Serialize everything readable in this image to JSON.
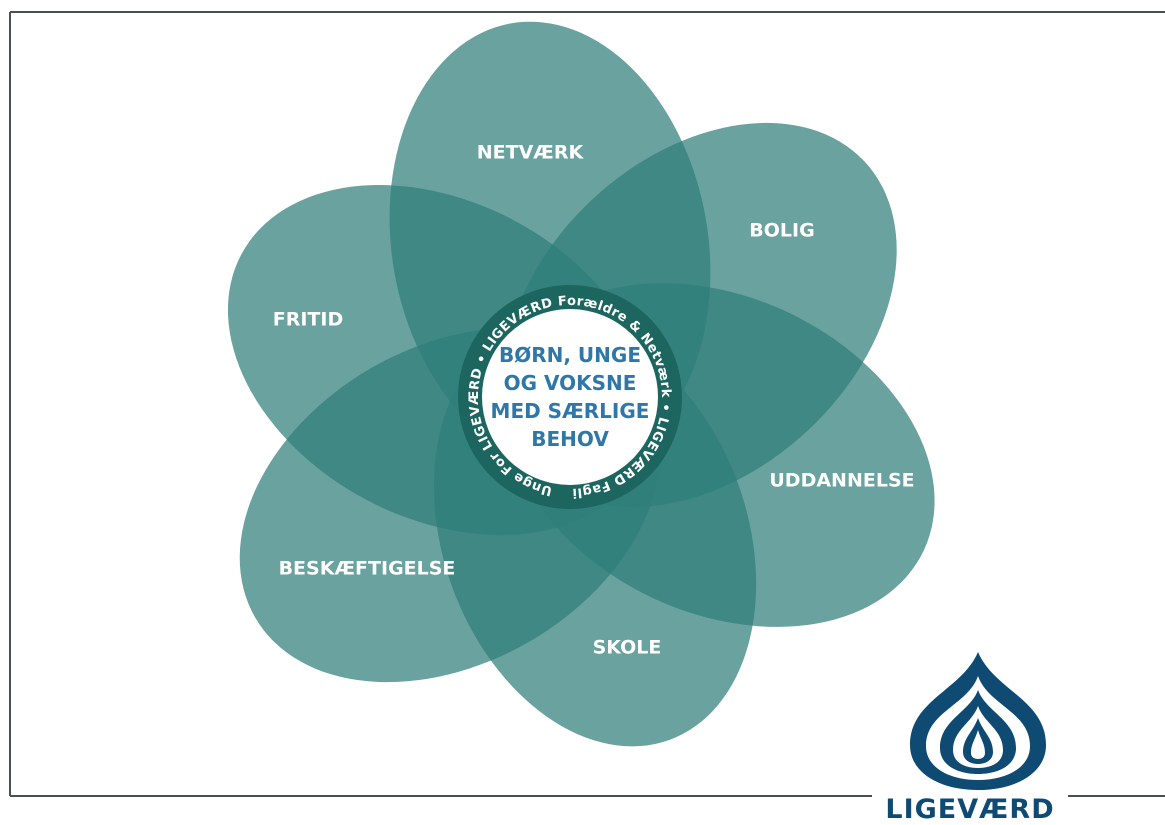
{
  "colors": {
    "petal": "#2f7e7a",
    "petal_opacity": 0.72,
    "center_text": "#2f77a8",
    "frame": "#4a4f56",
    "logo": "#0f4a73",
    "ring": "#1d6660"
  },
  "center": {
    "lines": [
      "BØRN, UNGE",
      "OG VOKSNE",
      "MED SÆRLIGE",
      "BEHOV"
    ]
  },
  "ring_text": "Unge For LIGEVÆRD • LIGEVÆRD Forældre & Netværk • LIGEVÆRD Faglig Forum •",
  "petals": [
    {
      "label": "NETVÆRK"
    },
    {
      "label": "BOLIG"
    },
    {
      "label": "UDDANNELSE"
    },
    {
      "label": "SKOLE"
    },
    {
      "label": "BESKÆFTIGELSE"
    },
    {
      "label": "FRITID"
    }
  ],
  "logo": {
    "icon": "drop-flame-icon",
    "text": "LIGEVÆRD"
  }
}
